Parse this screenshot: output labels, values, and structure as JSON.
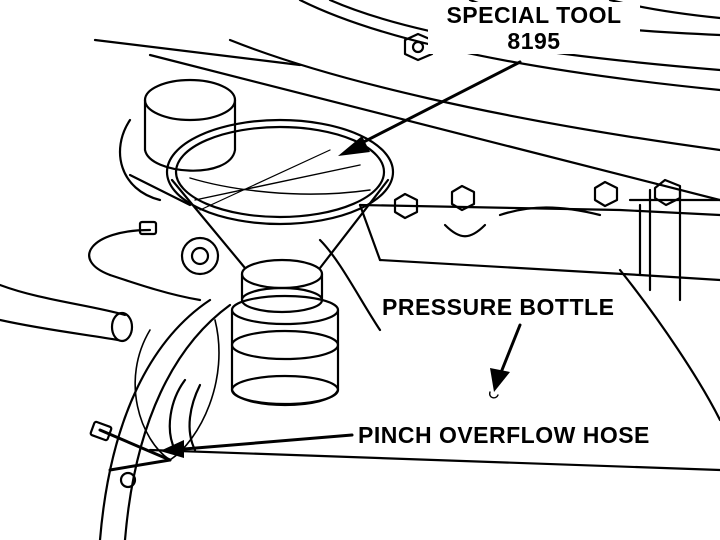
{
  "labels": {
    "special_tool": "SPECIAL TOOL",
    "tool_number": "8195",
    "pressure_bottle": "PRESSURE BOTTLE",
    "pinch_overflow_hose": "PINCH OVERFLOW HOSE"
  },
  "colors": {
    "ink": "#000000",
    "paper": "#ffffff"
  }
}
